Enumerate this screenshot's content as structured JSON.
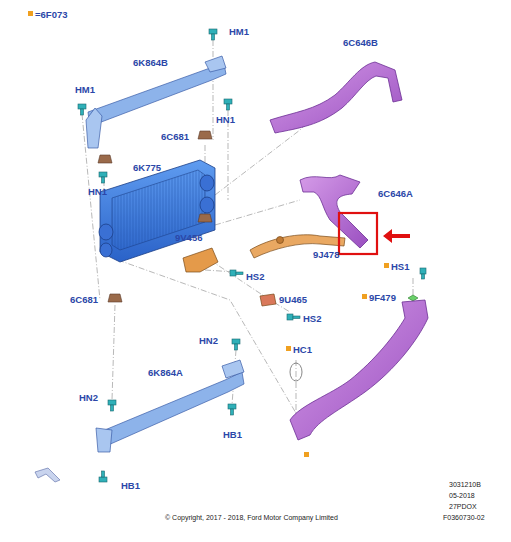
{
  "diagram": {
    "labels": [
      "=6F073",
      "HM1",
      "6C646B",
      "6K864B",
      "HM1",
      "HN1",
      "6C681",
      "HN1",
      "6K775",
      "6C646A",
      "9V456",
      "9J478",
      "HS2",
      "HS1",
      "9F479",
      "6C681",
      "9U465",
      "HS2",
      "HN2",
      "HC1",
      "6K864A",
      "HN2",
      "HB1",
      "HB1",
      "3031210B",
      "05-2018",
      "27PDOX",
      "F0360730-02",
      "© Copyright, 2017 - 2018, Ford Motor Company Limited"
    ]
  }
}
